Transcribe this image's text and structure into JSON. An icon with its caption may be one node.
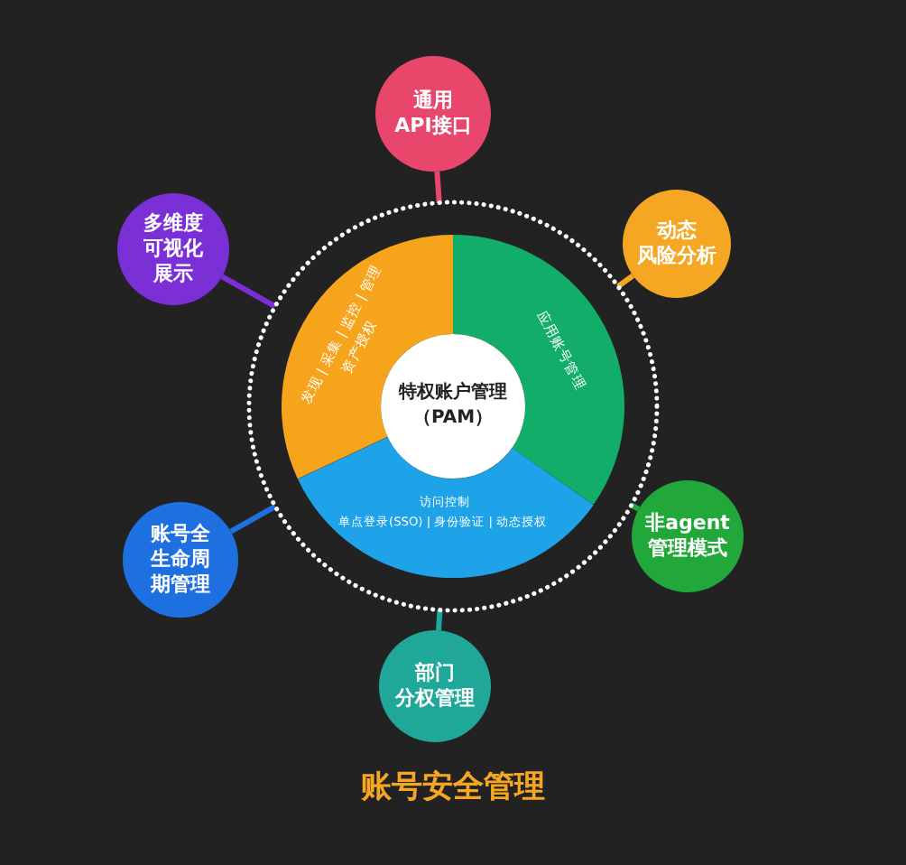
{
  "diagram": {
    "title": "账号安全管理",
    "nodes": [
      {
        "text": [],
        "shape": "circle"
      },
      {
        "text": [
          "特权账户管理（PAM）"
        ],
        "in": 0
      },
      {
        "text": [
          "资产授权",
          "发现 | 采集 | 监控 | 管理"
        ],
        "in": 0
      },
      {
        "text": [
          "应用账号管理"
        ],
        "in": 0
      },
      {
        "text": [
          "访问控制",
          "单点登录(SSO) | 身份验证 | 动态授权"
        ],
        "in": 0
      },
      {
        "text": [
          "通用API接口"
        ]
      },
      {
        "text": [
          "动态风险分析"
        ]
      },
      {
        "text": [
          "非agent管理模式"
        ]
      },
      {
        "text": [
          "部门分权管理"
        ]
      },
      {
        "text": [
          "账号全生命周期管理"
        ]
      },
      {
        "text": [
          "多维度可视化展示"
        ]
      }
    ],
    "edges": [
      {
        "from": 0,
        "to": 5,
        "arrow": "none",
        "color": "#e8466a"
      },
      {
        "from": 0,
        "to": 6,
        "arrow": "none",
        "color": "#f5a623"
      },
      {
        "from": 0,
        "to": 7,
        "arrow": "none",
        "color": "#22a83a"
      },
      {
        "from": 0,
        "to": 8,
        "arrow": "none",
        "color": "#1fa89a"
      },
      {
        "from": 0,
        "to": 9,
        "arrow": "none",
        "color": "#1e6fe0"
      },
      {
        "from": 0,
        "to": 10,
        "arrow": "none",
        "color": "#7b2fd6"
      }
    ]
  }
}
